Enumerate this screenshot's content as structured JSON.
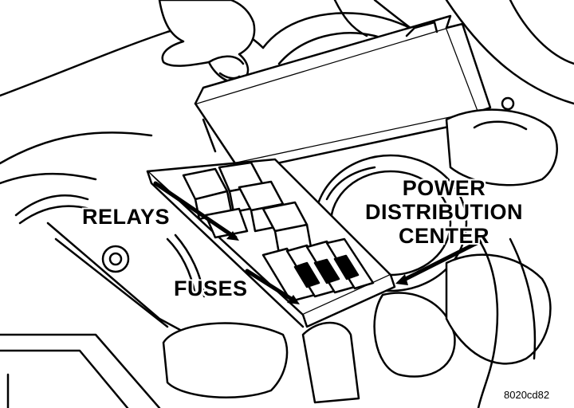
{
  "labels": {
    "relays": "RELAYS",
    "fuses": "FUSES",
    "pdc_line1": "POWER",
    "pdc_line2": "DISTRIBUTION",
    "pdc_line3": "CENTER"
  },
  "figure_code": "8020cd82",
  "colors": {
    "ink": "#000000",
    "paper": "#ffffff"
  }
}
